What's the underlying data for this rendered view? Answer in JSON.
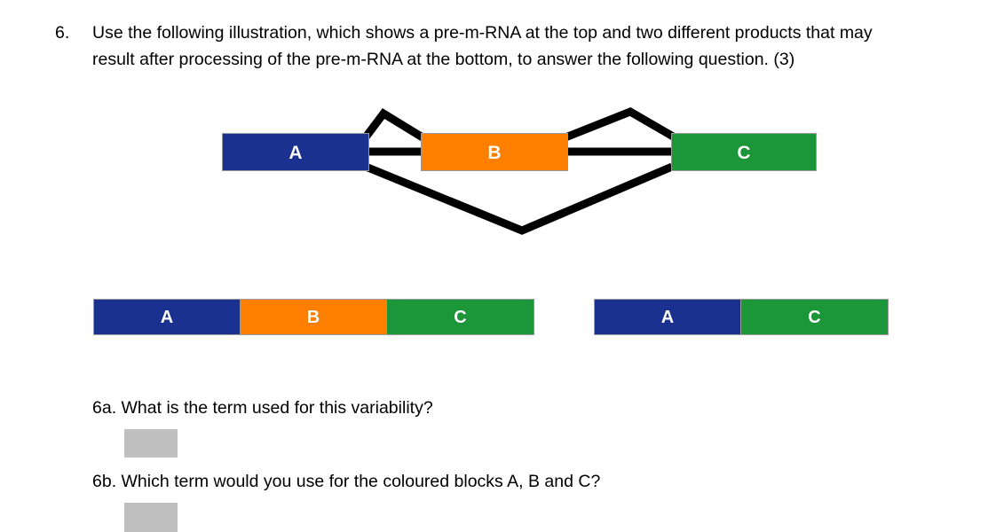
{
  "question": {
    "number": "6.",
    "text": "Use the following illustration, which shows a pre-m-RNA at the top and two different products that may result after processing of the pre-m-RNA at the bottom, to answer the following question. (3)"
  },
  "figure": {
    "pre_mrna": {
      "exons": [
        {
          "label": "A",
          "color": "#1a3190"
        },
        {
          "label": "B",
          "color": "#ff7f00"
        },
        {
          "label": "C",
          "color": "#1b9638"
        }
      ],
      "intron_lines": "splice-junction-lines"
    },
    "products": [
      {
        "name": "product-one",
        "blocks": [
          {
            "label": "A",
            "color": "#1a3190"
          },
          {
            "label": "B",
            "color": "#ff7f00"
          },
          {
            "label": "C",
            "color": "#1b9638"
          }
        ]
      },
      {
        "name": "product-two",
        "blocks": [
          {
            "label": "A",
            "color": "#1a3190"
          },
          {
            "label": "C",
            "color": "#1b9638"
          }
        ]
      }
    ]
  },
  "subquestions": [
    {
      "id": "6a",
      "text": "6a. What is the term used for this variability?",
      "answer": ""
    },
    {
      "id": "6b",
      "text": "6b. Which term would you use for the coloured blocks A, B and C?",
      "answer": ""
    }
  ],
  "colors": {
    "blue": "#1a3190",
    "orange": "#ff7f00",
    "green": "#1b9638",
    "answer_box_gray": "#bfbfbf",
    "line_black": "#000000"
  }
}
